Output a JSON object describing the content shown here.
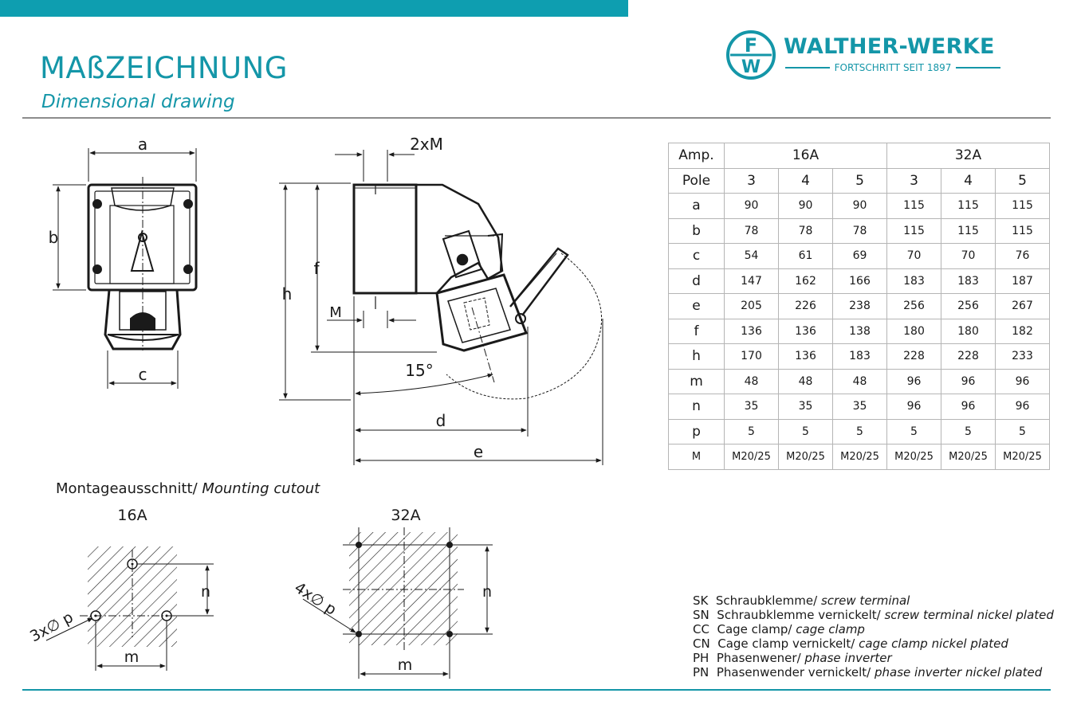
{
  "header": {
    "title": "MAßZEICHNUNG",
    "subtitle": "Dimensional drawing"
  },
  "logo": {
    "initials_top": "F",
    "initials_bottom": "W",
    "name": "WALTHER-WERKE",
    "tagline": "FORTSCHRITT SEIT 1897"
  },
  "colors": {
    "accent": "#1496a8",
    "topbar": "#0e9eb0",
    "rule": "#8c8c8c"
  },
  "drawing_labels": {
    "a": "a",
    "b": "b",
    "c": "c",
    "d": "d",
    "e": "e",
    "f": "f",
    "h": "h",
    "M": "M",
    "twoxM": "2xM",
    "angle": "15°"
  },
  "cutout": {
    "title_de": "Montageausschnitt/ ",
    "title_en": "Mounting cutout",
    "left": {
      "label": "16A",
      "holes": "3x∅ p",
      "m": "m",
      "n": "n"
    },
    "right": {
      "label": "32A",
      "holes": "4x∅ p",
      "m": "m",
      "n": "n"
    }
  },
  "spec_table": {
    "amp_label": "Amp.",
    "pole_label": "Pole",
    "groups": [
      "16A",
      "32A"
    ],
    "poles": [
      "3",
      "4",
      "5",
      "3",
      "4",
      "5"
    ],
    "rows": [
      {
        "key": "a",
        "values": [
          "90",
          "90",
          "90",
          "115",
          "115",
          "115"
        ]
      },
      {
        "key": "b",
        "values": [
          "78",
          "78",
          "78",
          "115",
          "115",
          "115"
        ]
      },
      {
        "key": "c",
        "values": [
          "54",
          "61",
          "69",
          "70",
          "70",
          "76"
        ]
      },
      {
        "key": "d",
        "values": [
          "147",
          "162",
          "166",
          "183",
          "183",
          "187"
        ]
      },
      {
        "key": "e",
        "values": [
          "205",
          "226",
          "238",
          "256",
          "256",
          "267"
        ]
      },
      {
        "key": "f",
        "values": [
          "136",
          "136",
          "138",
          "180",
          "180",
          "182"
        ]
      },
      {
        "key": "h",
        "values": [
          "170",
          "136",
          "183",
          "228",
          "228",
          "233"
        ]
      },
      {
        "key": "m",
        "values": [
          "48",
          "48",
          "48",
          "96",
          "96",
          "96"
        ]
      },
      {
        "key": "n",
        "values": [
          "35",
          "35",
          "35",
          "96",
          "96",
          "96"
        ]
      },
      {
        "key": "p",
        "values": [
          "5",
          "5",
          "5",
          "5",
          "5",
          "5"
        ]
      },
      {
        "key": "M",
        "values": [
          "M20/25",
          "M20/25",
          "M20/25",
          "M20/25",
          "M20/25",
          "M20/25"
        ]
      }
    ]
  },
  "legend": [
    {
      "code": "SK",
      "de": "Schraubklemme/ ",
      "en": "screw terminal"
    },
    {
      "code": "SN",
      "de": "Schraubklemme vernickelt/ ",
      "en": "screw terminal nickel plated"
    },
    {
      "code": "CC",
      "de": "Cage clamp/ ",
      "en": "cage clamp"
    },
    {
      "code": "CN",
      "de": "Cage clamp vernickelt/ ",
      "en": "cage clamp nickel plated"
    },
    {
      "code": "PH",
      "de": "Phasenwener/ ",
      "en": "phase inverter"
    },
    {
      "code": "PN",
      "de": "Phasenwender vernickelt/ ",
      "en": "phase inverter nickel plated"
    }
  ]
}
